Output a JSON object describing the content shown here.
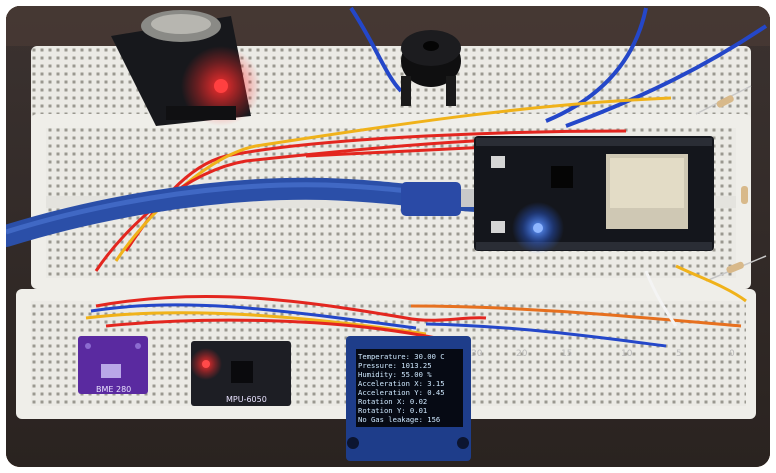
{
  "oled": {
    "lines": [
      "Temperature: 30.00 C",
      "Pressure: 1013.25",
      "Humidity: 55.00 %",
      "Acceleration X: 3.15",
      "Acceleration Y: 0.45",
      "Rotation X: 0.02",
      "Rotation Y: 0.01",
      "No Gas leakage: 156"
    ]
  },
  "labels": {
    "mpu": "MPU-6050",
    "bme": "BME 280"
  },
  "breadboard_numbers": [
    "30",
    "25",
    "20",
    "15",
    "10",
    "5",
    "0"
  ],
  "colors": {
    "frame": "#6b3e1a",
    "breadboard": "#eeeeea",
    "esp32_board": "#14161c",
    "wire_red": "#e3261f",
    "wire_yellow": "#f0b21a",
    "wire_blue": "#2447c9",
    "wire_orange": "#e6701f",
    "usb_cable": "#2b4fa8",
    "oled_screen": "#060a14",
    "sensor_purple": "#5a2aa0",
    "led_red": "#ff2a2a",
    "led_blue": "#2f6bff"
  }
}
